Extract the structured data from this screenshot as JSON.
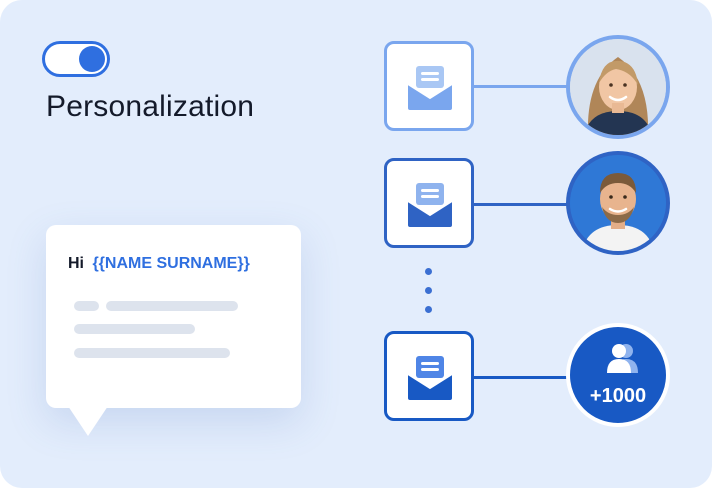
{
  "feature": {
    "title": "Personalization",
    "toggle_on": true,
    "accent_color": "#2f6fe0"
  },
  "message": {
    "greeting": "Hi",
    "variable": "{{NAME SURNAME}}"
  },
  "recipients": [
    {
      "type": "person",
      "avatar": "woman-portrait",
      "color": "#7aa6ee"
    },
    {
      "type": "person",
      "avatar": "man-portrait",
      "color": "#2f63c4"
    },
    {
      "type": "group",
      "count_label": "+1000",
      "color": "#1859c4"
    }
  ]
}
